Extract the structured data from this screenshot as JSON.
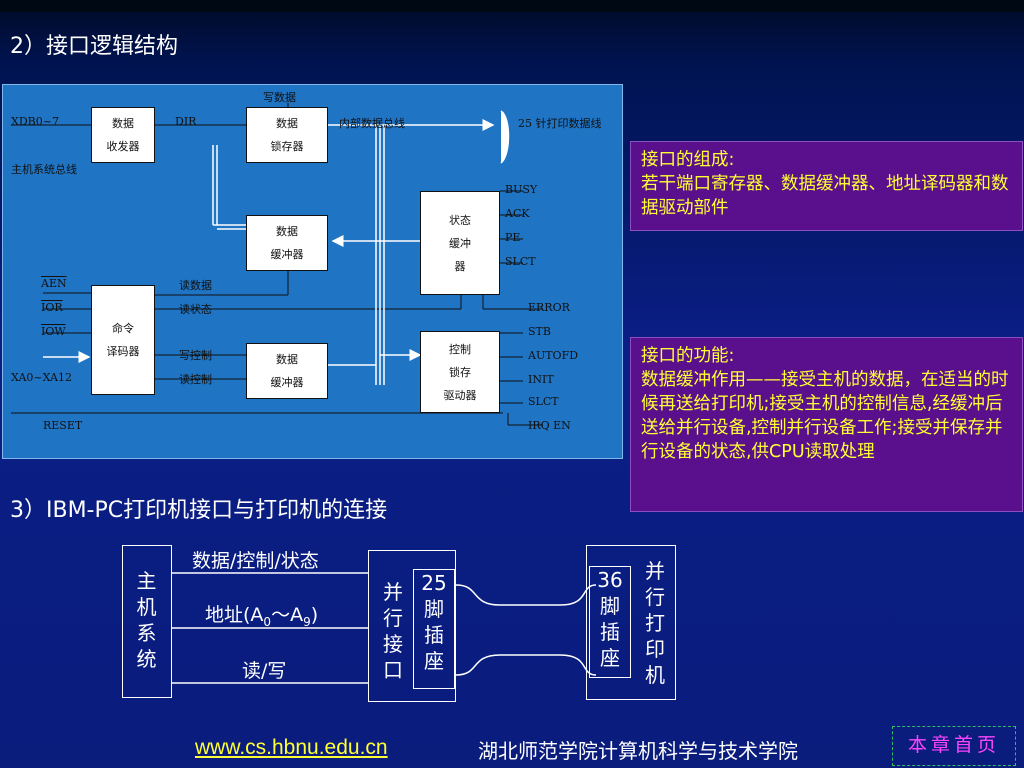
{
  "section2": {
    "heading": "2）接口逻辑结构"
  },
  "section3": {
    "heading": "3）IBM-PC打印机接口与打印机的连接"
  },
  "diagram": {
    "boxes": {
      "transceiver": [
        "数据",
        "收发器"
      ],
      "latch": [
        "数据",
        "锁存器"
      ],
      "status_buffer": [
        "状态",
        "缓冲",
        "器"
      ],
      "buffer_top": [
        "数据",
        "缓冲器"
      ],
      "decoder": [
        "命令",
        "译码器"
      ],
      "buffer_bottom": [
        "数据",
        "缓冲器"
      ],
      "control": [
        "控制",
        "锁存",
        "驱动器"
      ]
    },
    "labels": {
      "xdb": "XDB0~7",
      "host_bus": "主机系统总线",
      "dir": "DIR",
      "write_data": "写数据",
      "internal_bus": "内部数据总线",
      "printer_bus": "25 针打印数据线",
      "busy": "BUSY",
      "ack": "ACK",
      "pe": "PE",
      "slct1": "SLCT",
      "aen": "AEN",
      "ior": "IOR",
      "iow": "IOW",
      "read_data": "读数据",
      "read_status": "读状态",
      "error": "ERROR",
      "stb": "STB",
      "write_ctrl": "写控制",
      "read_ctrl": "读控制",
      "xa": "XA0~XA12",
      "autofd": "AUTOFD",
      "init": "INIT",
      "slct2": "SLCT",
      "reset": "RESET",
      "irq": "IRQ EN"
    }
  },
  "info1": {
    "title": "接口的组成:",
    "text": "若干端口寄存器、数据缓冲器、地址译码器和数据驱动部件"
  },
  "info2": {
    "title": "接口的功能:",
    "text": "数据缓冲作用——接受主机的数据，在适当的时候再送给打印机;接受主机的控制信息,经缓冲后送给并行设备,控制并行设备工作;接受并保存并行设备的状态,供CPU读取处理"
  },
  "connection": {
    "host": [
      "主",
      "机",
      "系",
      "统"
    ],
    "line1": "数据/控制/状态",
    "line2_prefix": "地址(A",
    "line2_sub0": "0",
    "line2_mid": "～A",
    "line2_sub1": "9",
    "line2_suffix": ")",
    "line3": "读/写",
    "parallel_port": [
      "并",
      "行",
      "接",
      "口"
    ],
    "socket25_num": "25",
    "socket25": [
      "脚",
      "插",
      "座"
    ],
    "socket36_num": "36",
    "socket36": [
      "脚",
      "插",
      "座"
    ],
    "printer": [
      "并",
      "行",
      "打",
      "印",
      "机"
    ]
  },
  "footer": {
    "url": "www.cs.hbnu.edu.cn",
    "school": "湖北师范学院计算机科学与技术学院",
    "home_button": "本章首页"
  },
  "colors": {
    "background": "#0a1c7c",
    "panel": "#1f74c4",
    "info_box": "#5a0f8c",
    "highlight_text": "#ffff33",
    "home_button_text": "#ff44ff"
  }
}
